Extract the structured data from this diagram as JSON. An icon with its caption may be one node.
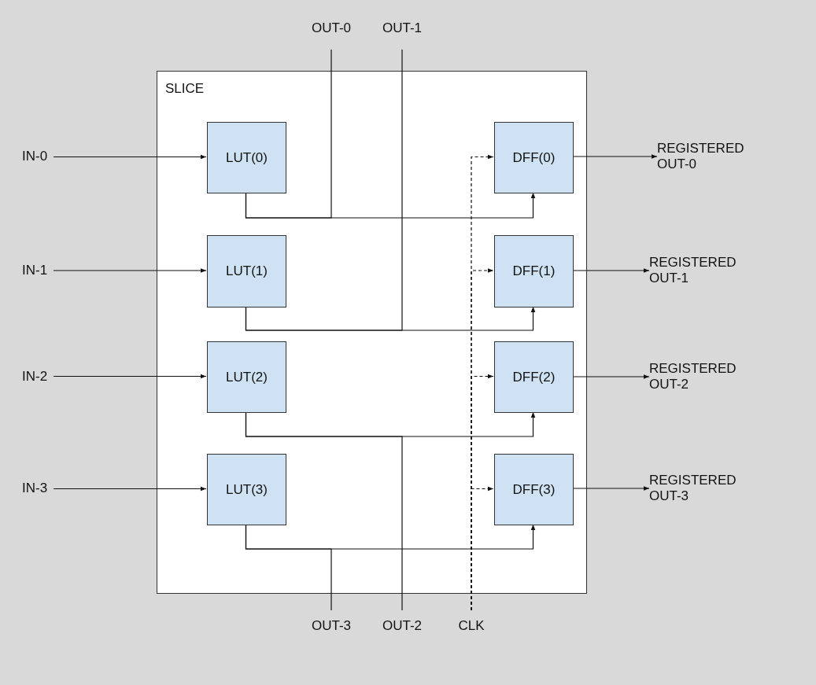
{
  "diagram": {
    "nodes": [
      {
        "text": [
          "SLICE"
        ]
      },
      {
        "text": [
          "LUT(0)"
        ],
        "in": 0
      },
      {
        "text": [
          "DFF(0)"
        ],
        "in": 0
      },
      {
        "text": [
          "LUT(1)"
        ],
        "in": 0
      },
      {
        "text": [
          "DFF(1)"
        ],
        "in": 0
      },
      {
        "text": [
          "LUT(2)"
        ],
        "in": 0
      },
      {
        "text": [
          "DFF(2)"
        ],
        "in": 0
      },
      {
        "text": [
          "LUT(3)"
        ],
        "in": 0
      },
      {
        "text": [
          "DFF(3)"
        ],
        "in": 0
      },
      {
        "text": [
          "IN-0"
        ]
      },
      {
        "text": [
          "IN-1"
        ]
      },
      {
        "text": [
          "IN-2"
        ]
      },
      {
        "text": [
          "IN-3"
        ]
      },
      {
        "text": [
          "REGISTERED OUT-0"
        ]
      },
      {
        "text": [
          "REGISTERED OUT-1"
        ]
      },
      {
        "text": [
          "REGISTERED OUT-2"
        ]
      },
      {
        "text": [
          "REGISTERED OUT-3"
        ]
      },
      {
        "text": [
          "OUT-0"
        ]
      },
      {
        "text": [
          "OUT-1"
        ]
      },
      {
        "text": [
          "OUT-3"
        ]
      },
      {
        "text": [
          "OUT-2"
        ]
      },
      {
        "text": [
          "CLK"
        ]
      }
    ],
    "edges": [
      {
        "from": 9,
        "to": 1,
        "arrow": "to"
      },
      {
        "from": 10,
        "to": 3,
        "arrow": "to"
      },
      {
        "from": 11,
        "to": 5,
        "arrow": "to"
      },
      {
        "from": 12,
        "to": 7,
        "arrow": "to"
      },
      {
        "from": 1,
        "to": 2,
        "arrow": "to"
      },
      {
        "from": 3,
        "to": 4,
        "arrow": "to"
      },
      {
        "from": 5,
        "to": 6,
        "arrow": "to"
      },
      {
        "from": 7,
        "to": 8,
        "arrow": "to"
      },
      {
        "from": 1,
        "to": 17,
        "arrow": "none"
      },
      {
        "from": 3,
        "to": 18,
        "arrow": "none"
      },
      {
        "from": 5,
        "to": 20,
        "arrow": "none"
      },
      {
        "from": 7,
        "to": 19,
        "arrow": "none"
      },
      {
        "from": 2,
        "to": 13,
        "arrow": "to"
      },
      {
        "from": 4,
        "to": 14,
        "arrow": "to"
      },
      {
        "from": 6,
        "to": 15,
        "arrow": "to"
      },
      {
        "from": 8,
        "to": 16,
        "arrow": "to"
      },
      {
        "from": 21,
        "to": 2,
        "arrow": "to",
        "style": "dashed"
      },
      {
        "from": 21,
        "to": 4,
        "arrow": "to",
        "style": "dashed"
      },
      {
        "from": 21,
        "to": 6,
        "arrow": "to",
        "style": "dashed"
      },
      {
        "from": 21,
        "to": 8,
        "arrow": "to",
        "style": "dashed"
      }
    ]
  }
}
